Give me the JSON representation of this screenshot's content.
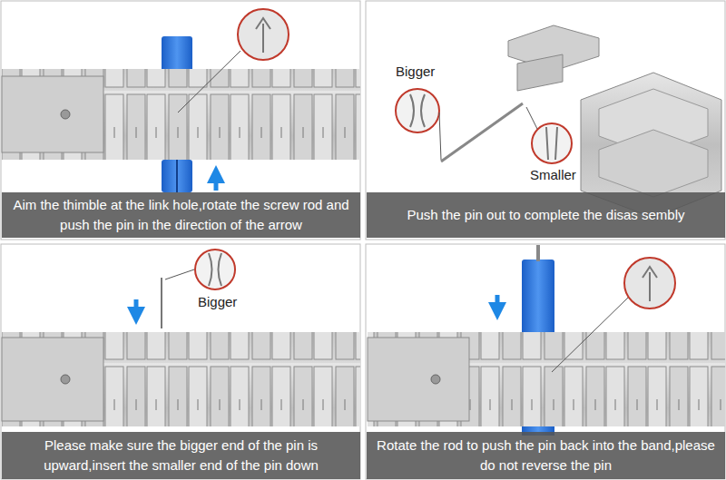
{
  "diagram": {
    "nodes": [
      {
        "text": [
          "Aim the thimble at the link hole,rotate the screw rod and push the pin in the direction of the arrow"
        ]
      },
      {
        "text": [
          "Push the pin out to complete the disas sembly"
        ]
      },
      {
        "text": [
          "Please make sure the bigger end of the pin is upward,insert the smaller end of the pin down"
        ]
      },
      {
        "text": [
          "Rotate the rod to push the pin back into the band,please do not reverse the pin"
        ]
      }
    ],
    "labels": [
      "Bigger",
      "Smaller",
      "Bigger"
    ]
  }
}
